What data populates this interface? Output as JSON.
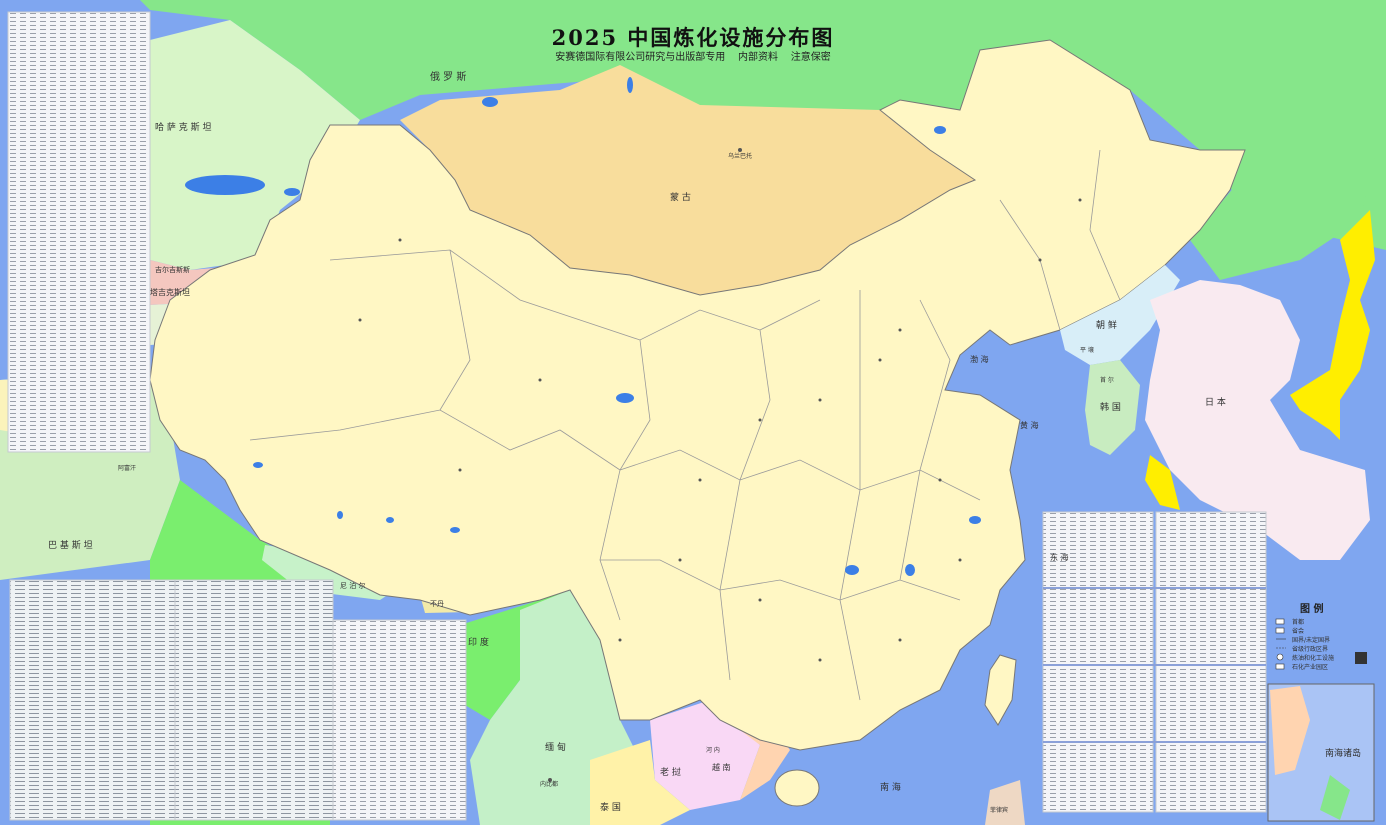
{
  "map": {
    "title": "2025 中国炼化设施分布图",
    "subtitle": "安赛德国际有限公司研究与出版部专用    内部资料    注意保密",
    "labels": {
      "russia": "俄 罗 斯",
      "mongolia": "蒙 古",
      "ulaanbaatar": "乌兰巴托",
      "kazakhstan": "哈 萨 克 斯 坦",
      "kyrgyz": "吉尔吉斯斯",
      "tajik": "塔吉克斯坦",
      "afghanistan": "阿富汗",
      "pakistan": "巴 基 斯 坦",
      "india": "印 度",
      "nepal": "尼 泊 尔",
      "bhutan": "不丹",
      "myanmar": "缅 甸",
      "naypyidaw": "内比都",
      "laos": "老 挝",
      "thailand": "泰 国",
      "vietnam": "越 南",
      "hanoi": "河 内",
      "north_korea": "朝 鲜",
      "pyongyang": "平 壤",
      "south_korea": "韩 国",
      "seoul": "首 尔",
      "japan": "日 本",
      "bohai": "渤 海",
      "yellow_sea": "黄 海",
      "east_sea": "东 海",
      "south_sea": "南 海",
      "philippines": "菲律宾"
    },
    "legend": {
      "title": "图 例",
      "items": [
        "首都",
        "省会",
        "国界/未定国界",
        "省级行政区界",
        "炼油和化工设施",
        "石化产业园区"
      ]
    },
    "inset_label": "南海诸岛",
    "colors": {
      "ocean": "#7fa6f0",
      "china": "#fff7c4",
      "mongolia": "#f8dd9c",
      "russia": "#86e68a",
      "japan": "#ffee00",
      "korea_north": "#d8eef8",
      "korea_south": "#c8ecc0",
      "table_bg": "#f2f4f7",
      "india": "#7aee6e",
      "myanmar": "#c4f0c8",
      "laos": "#f9d8f5",
      "thailand": "#fff2a8",
      "vietnam": "#ffd4b0",
      "philippines": "#eed8c4",
      "northeast_inset": "#f9eaf0"
    }
  }
}
